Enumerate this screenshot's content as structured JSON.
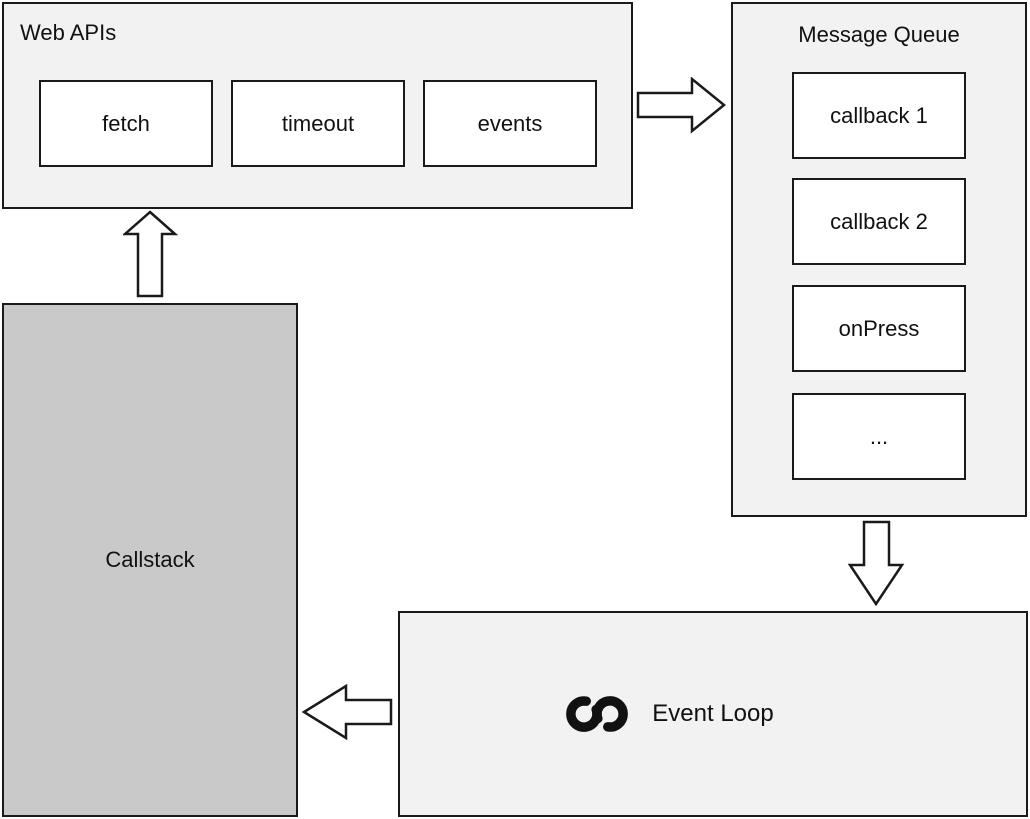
{
  "web_apis": {
    "title": "Web APIs",
    "items": [
      "fetch",
      "timeout",
      "events"
    ]
  },
  "message_queue": {
    "title": "Message Queue",
    "items": [
      "callback 1",
      "callback 2",
      "onPress",
      "..."
    ]
  },
  "callstack": {
    "title": "Callstack"
  },
  "event_loop": {
    "title": "Event Loop",
    "icon": "infinity-icon"
  },
  "arrows": [
    {
      "name": "web-apis-to-message-queue",
      "direction": "right"
    },
    {
      "name": "message-queue-to-event-loop",
      "direction": "down"
    },
    {
      "name": "event-loop-to-callstack",
      "direction": "left"
    },
    {
      "name": "callstack-to-web-apis",
      "direction": "up"
    }
  ],
  "colors": {
    "panel_bg": "#f2f2f2",
    "callstack_bg": "#c9c9c9",
    "node_bg": "#ffffff",
    "border": "#1a1a1a",
    "canvas_bg": "#ffffff"
  }
}
